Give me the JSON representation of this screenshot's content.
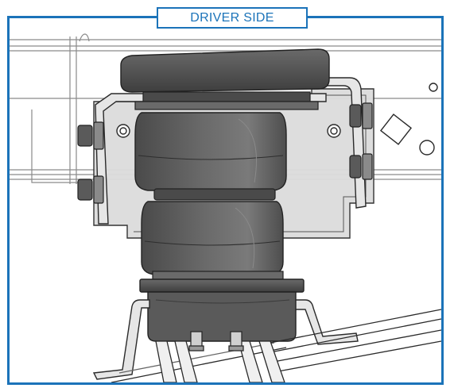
{
  "diagram": {
    "title": "DRIVER SIDE",
    "colors": {
      "frame_border": "#1b73b9",
      "title_text": "#1b73b9",
      "bellows_fill": "#5c5c5c",
      "bracket_fill": "#d8d8d8",
      "line": "#2a2a2a"
    },
    "components": [
      {
        "name": "air-spring-bellows",
        "kind": "part"
      },
      {
        "name": "upper-bracket",
        "kind": "part"
      },
      {
        "name": "lower-bracket",
        "kind": "part"
      },
      {
        "name": "vehicle-frame-rail",
        "kind": "part"
      },
      {
        "name": "leaf-spring-axle",
        "kind": "part"
      },
      {
        "name": "u-bolts",
        "kind": "part"
      },
      {
        "name": "mounting-bolts",
        "kind": "part"
      }
    ]
  }
}
